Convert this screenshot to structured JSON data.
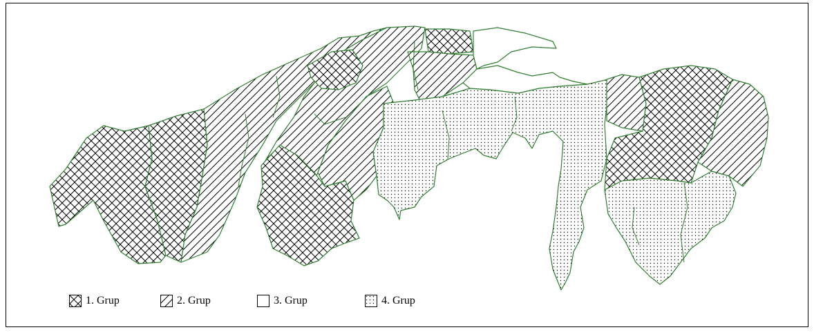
{
  "map": {
    "colors": {
      "border": "#2e7d2e",
      "hatch": "#000000",
      "frame": "#000000",
      "background": "#ffffff"
    },
    "legend": [
      {
        "label": "1. Grup",
        "pattern": "crosshatch"
      },
      {
        "label": "2. Grup",
        "pattern": "diagonal"
      },
      {
        "label": "3. Grup",
        "pattern": "blank"
      },
      {
        "label": "4. Grup",
        "pattern": "dots"
      }
    ]
  }
}
